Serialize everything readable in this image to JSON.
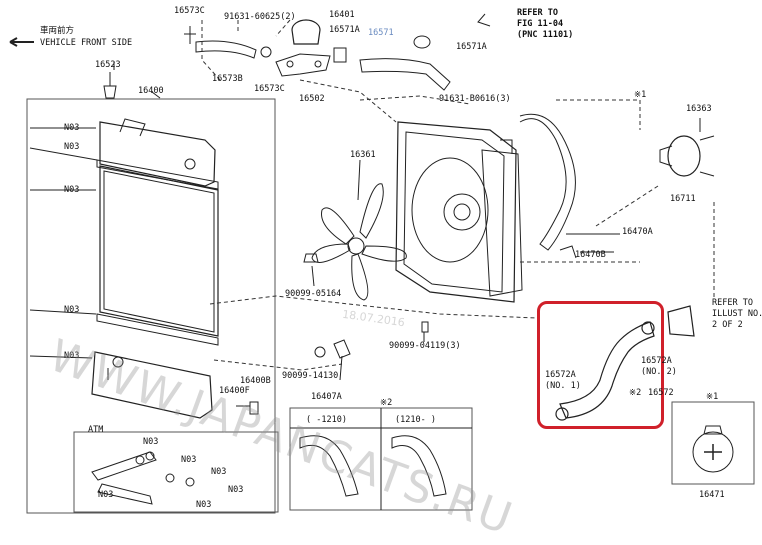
{
  "header": {
    "front_jp": "車両前方",
    "front_en": "VEHICLE FRONT SIDE",
    "refer_1": "REFER TO",
    "refer_2": "FIG 11-04",
    "refer_3": "(PNC 11101)",
    "refer_b1": "REFER TO",
    "refer_b2": "ILLUST NO.",
    "refer_b3": "2 OF 2"
  },
  "labels": {
    "p16573C_a": "16573C",
    "p91631_60625": "91631-60625(2)",
    "p16401": "16401",
    "p16571A_a": "16571A",
    "p16571": "16571",
    "p16571A_b": "16571A",
    "p16523": "16523",
    "p16573B": "16573B",
    "p16573C_b": "16573C",
    "p16502": "16502",
    "p91631_B0616": "91631-B0616(3)",
    "p16400": "16400",
    "p16363": "16363",
    "p16361": "16361",
    "p16711": "16711",
    "p16470A": "16470A",
    "p16470B": "16470B",
    "p90099_05164": "90099-05164",
    "p90099_04119": "90099-04119(3)",
    "p90099_14130": "90099-14130",
    "p16407A": "16407A",
    "p16400B": "16400B",
    "p16400F": "16400F",
    "p16572A": "16572A",
    "p16572A_no1": "(NO. 1)",
    "p16572A_r": "16572A",
    "p16572A_no2": "(NO. 2)",
    "p16572": "16572",
    "p16471": "16471",
    "n03": "N03",
    "atm": "ATM",
    "star1": "※1",
    "star2": "※2",
    "range1": "(   -1210)",
    "range2": "(1210-   )"
  },
  "watermark": {
    "site": "WWW.JAPANCATS.RU",
    "date": "18.07.2016"
  },
  "colors": {
    "highlight": "#d0202a",
    "part_number_hover": "#6a8bc0"
  }
}
